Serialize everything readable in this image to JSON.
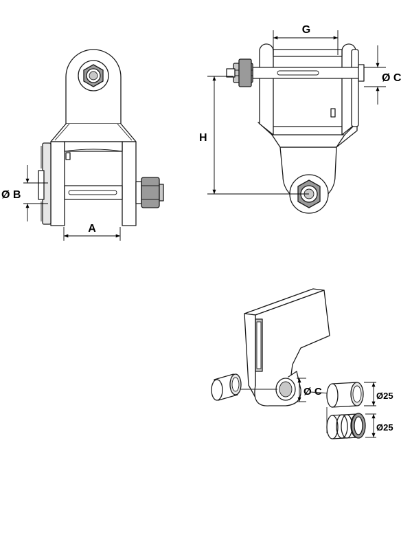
{
  "labels": {
    "a": "A",
    "b": "Ø B",
    "g": "G",
    "c_top": "Ø C",
    "h": "H",
    "c_iso": "Ø C",
    "d25_top": "Ø25",
    "d25_bottom": "Ø25"
  }
}
